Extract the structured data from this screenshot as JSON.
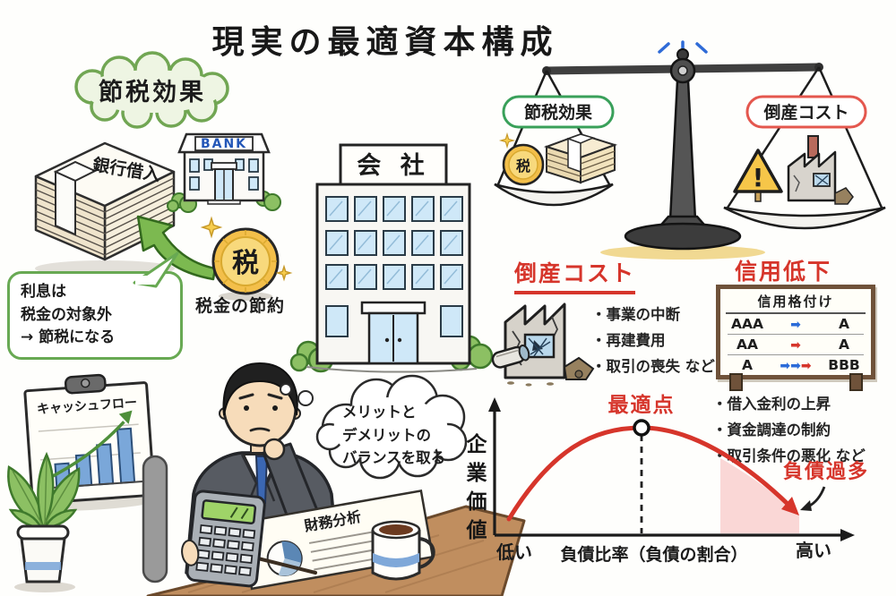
{
  "title": "現実の最適資本構成",
  "colors": {
    "green_accent": "#68a953",
    "green_fill": "#eef5e3",
    "red_accent": "#d6352b",
    "blue_accent": "#2b6bd8",
    "gold": "#f3bf4a",
    "window_blue": "#cfe8f8",
    "wood": "#c08e5f",
    "pink_shade": "#f6bcbc"
  },
  "icons": {
    "rating_arrow": "➡",
    "sparkle": "✦",
    "warning": "!"
  },
  "tax_section": {
    "label": "節税効果",
    "loan_stack_label": "銀行借入",
    "bank_sign": "BANK",
    "coin_char": "税",
    "coin_caption": "税金の節約",
    "bubble_lines": [
      "利息は",
      "税金の対象外",
      "→ 節税になる"
    ]
  },
  "company": {
    "sign": "会 社"
  },
  "scale": {
    "left_label": "節税効果",
    "right_label": "倒産コスト",
    "coin_char": "税",
    "warning_char": "!"
  },
  "bankruptcy": {
    "title": "倒産コスト",
    "items": [
      "・事業の中断",
      "・再建費用",
      "・取引の喪失 など"
    ]
  },
  "credit": {
    "title": "信用低下",
    "board_title": "信用格付け",
    "rows": [
      {
        "from": "AAA",
        "to": "A",
        "arrow_colors": [
          "blue"
        ]
      },
      {
        "from": "AA",
        "to": "A",
        "arrow_colors": [
          "red"
        ]
      },
      {
        "from": "A",
        "to": "BBB",
        "arrow_colors": [
          "blue",
          "blue",
          "red"
        ]
      }
    ],
    "items": [
      "・借入金利の上昇",
      "・資金調達の制約",
      "・取引条件の悪化 など"
    ]
  },
  "analysis": {
    "clipboard_title": "キャッシュフロー",
    "clipboard_bar_values": [
      26,
      34,
      44,
      60
    ],
    "thought_lines": [
      "メリットと",
      "デメリットの",
      "バランスを取る"
    ],
    "document_title": "財務分析"
  },
  "chart_data": {
    "type": "line",
    "title": "",
    "ylabel": "企業価値",
    "xlabel": "負債比率（負債の割合）",
    "x_tick_labels": [
      "低い",
      "高い"
    ],
    "optimal_point_label": "最適点",
    "excess_debt_label": "負債過多",
    "curve_color": "#d6352b",
    "x_norm": [
      0,
      0.1,
      0.2,
      0.3,
      0.4,
      0.47,
      0.6,
      0.7,
      0.8,
      0.9,
      1.0
    ],
    "y_norm": [
      0.1,
      0.45,
      0.7,
      0.88,
      0.98,
      1.0,
      0.95,
      0.85,
      0.7,
      0.5,
      0.28
    ],
    "optimal_x": 0.47,
    "shaded_region_x": [
      0.74,
      1.0
    ],
    "grid": false,
    "legend": false
  }
}
